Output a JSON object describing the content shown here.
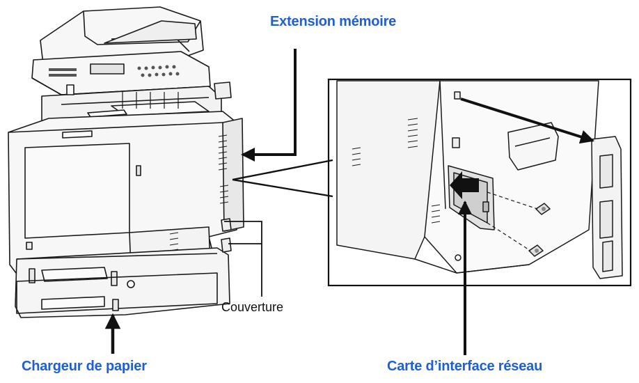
{
  "labels": {
    "memory_extension": "Extension mémoire",
    "paper_feeder": "Chargeur de papier",
    "network_interface_card": "Carte d’interface réseau",
    "cover": "Couverture"
  },
  "colors": {
    "callout_text": "#1f5fd6",
    "line": "#111111",
    "body_light": "#f7f7f7",
    "body_shade": "#e6e6e6"
  },
  "icons": {
    "printer": "multifunction-printer-illustration",
    "detail": "network-card-installation-detail"
  }
}
